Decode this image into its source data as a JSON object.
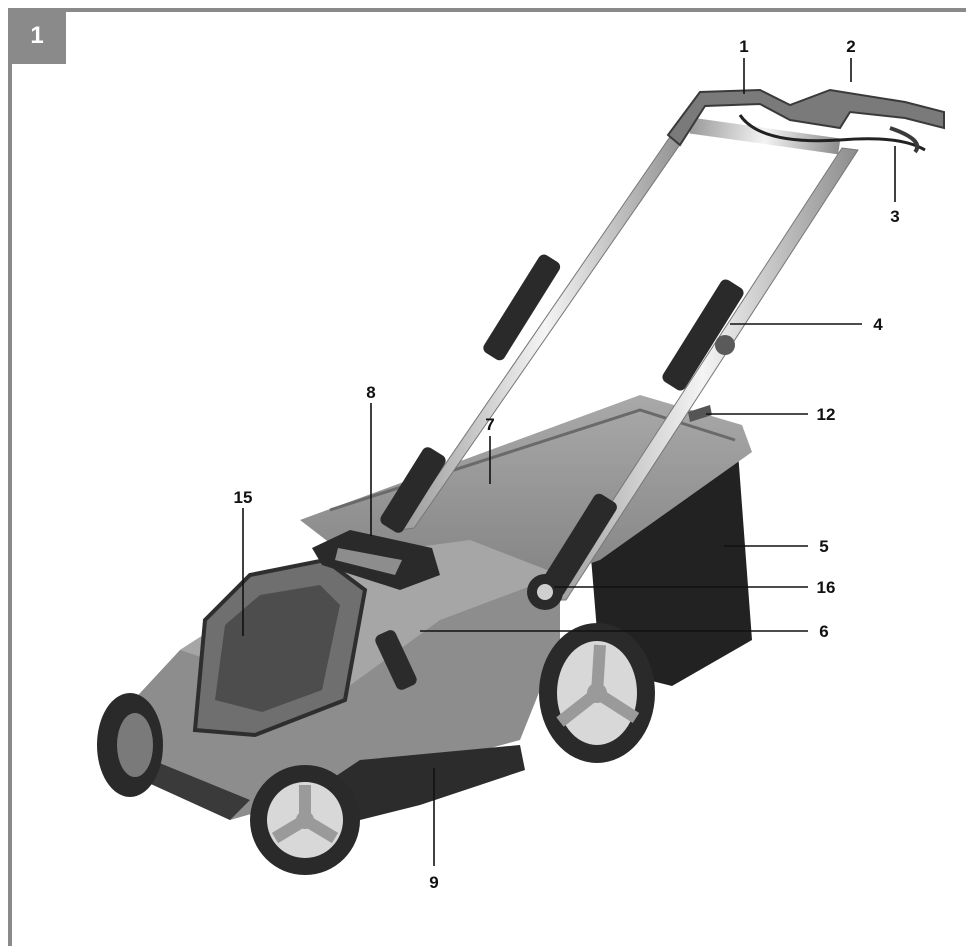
{
  "figure": {
    "number": "1",
    "frame_color": "#8a8a8a",
    "badge_color": "#8a8a8a",
    "subject": "lawn-mower-illustration"
  },
  "callouts": {
    "c1": "1",
    "c2": "2",
    "c3": "3",
    "c4": "4",
    "c5": "5",
    "c6": "6",
    "c7": "7",
    "c8": "8",
    "c9": "9",
    "c12": "12",
    "c15": "15",
    "c16": "16"
  }
}
